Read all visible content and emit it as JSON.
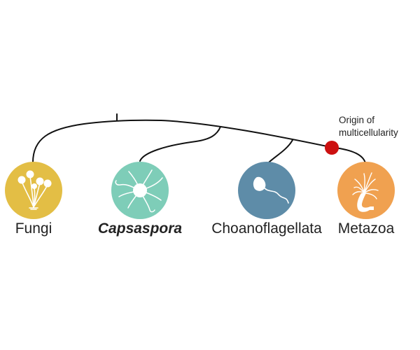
{
  "taxa": [
    {
      "name": "Fungi",
      "color": "#E3BE45",
      "icon": "fungi-icon"
    },
    {
      "name": "Capsaspora",
      "color": "#7ECDB8",
      "icon": "amoeba-icon"
    },
    {
      "name": "Choanoflagellata",
      "color": "#5E8CA8",
      "icon": "flagellate-icon"
    },
    {
      "name": "Metazoa",
      "color": "#F0A150",
      "icon": "hydra-icon"
    }
  ],
  "annotation": {
    "line1": "Origin of",
    "line2": "multicellularity",
    "marker_color": "#CC1010"
  },
  "colors": {
    "tree_line": "#111111",
    "icon_fill": "#ffffff"
  }
}
